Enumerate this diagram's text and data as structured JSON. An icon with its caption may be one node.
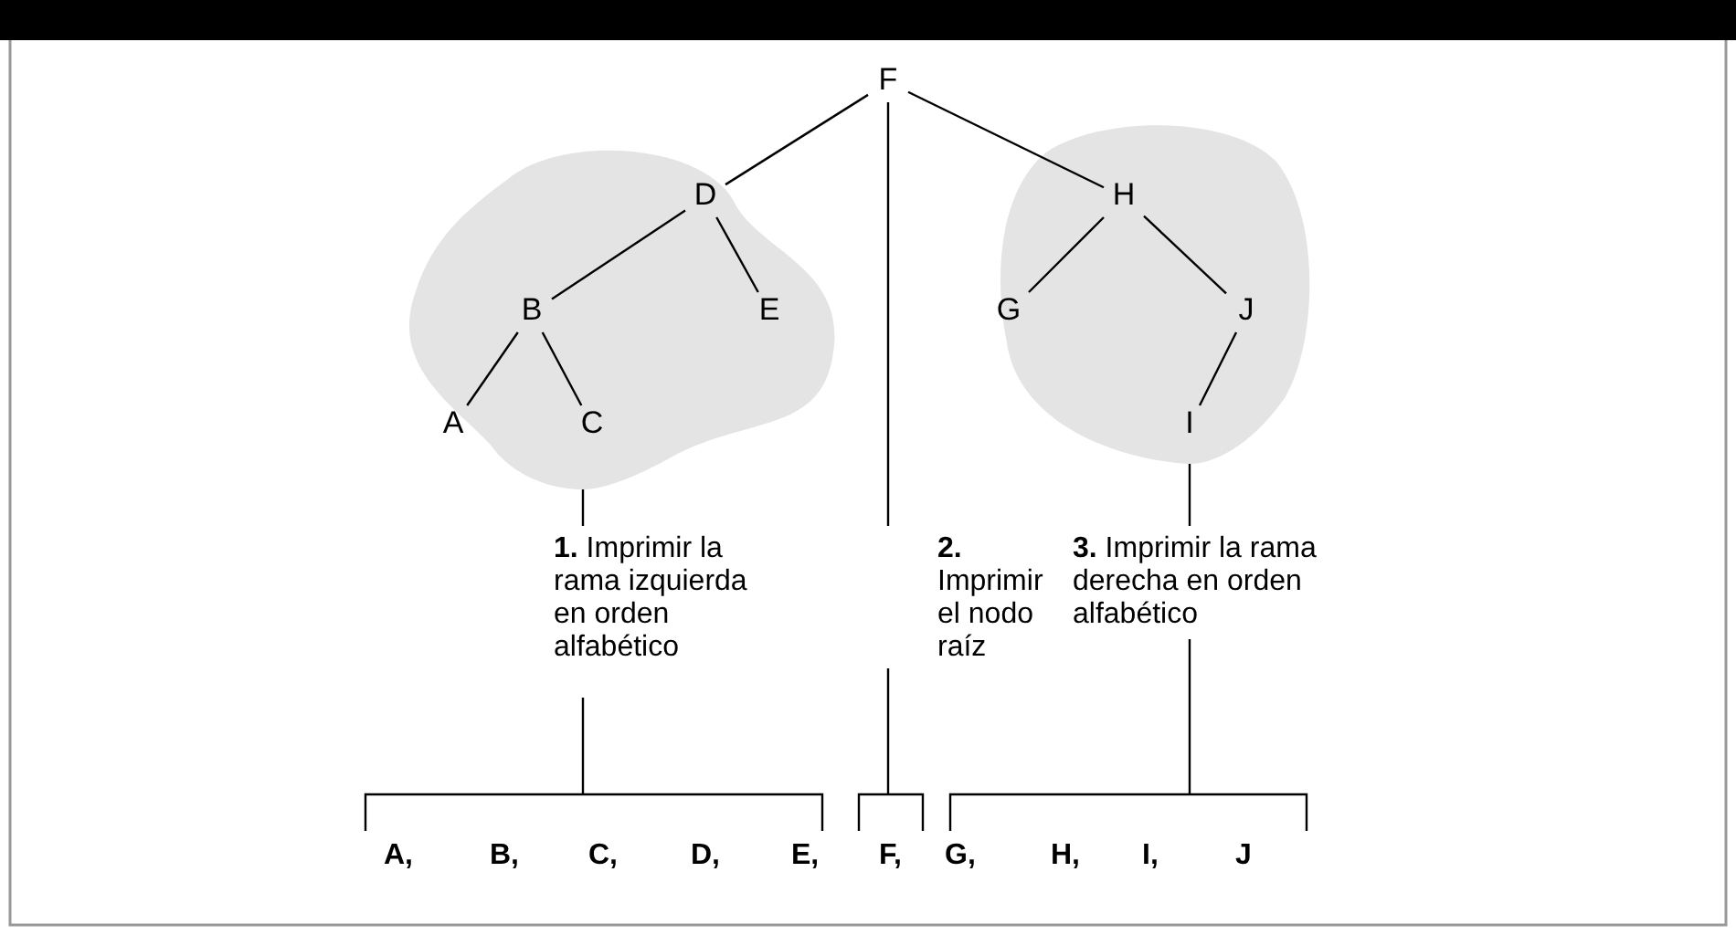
{
  "diagram": {
    "nodes": [
      {
        "text": [
          "F"
        ]
      },
      {
        "text": [],
        "shape": "cloud"
      },
      {
        "text": [
          "D"
        ],
        "in": 1
      },
      {
        "text": [
          "B"
        ],
        "in": 1
      },
      {
        "text": [
          "E"
        ],
        "in": 1
      },
      {
        "text": [
          "A"
        ],
        "in": 1
      },
      {
        "text": [
          "C"
        ],
        "in": 1
      },
      {
        "text": [],
        "shape": "cloud"
      },
      {
        "text": [
          "H"
        ],
        "in": 7
      },
      {
        "text": [
          "G"
        ],
        "in": 7
      },
      {
        "text": [
          "J"
        ],
        "in": 7
      },
      {
        "text": [
          "I"
        ],
        "in": 7
      },
      {
        "text": [
          "**1.** Imprimir la rama izquierda en orden alfabético"
        ]
      },
      {
        "text": [
          "**2.** Imprimir el nodo raíz"
        ]
      },
      {
        "text": [
          "**3.** Imprimir la rama derecha en orden alfabético"
        ]
      }
    ],
    "edges": [
      {
        "from": 0,
        "to": 2,
        "arrow": "none"
      },
      {
        "from": 0,
        "to": 8,
        "arrow": "none"
      },
      {
        "from": 2,
        "to": 3,
        "arrow": "none"
      },
      {
        "from": 2,
        "to": 4,
        "arrow": "none"
      },
      {
        "from": 3,
        "to": 5,
        "arrow": "none"
      },
      {
        "from": 3,
        "to": 6,
        "arrow": "none"
      },
      {
        "from": 8,
        "to": 9,
        "arrow": "none"
      },
      {
        "from": 8,
        "to": 10,
        "arrow": "none"
      },
      {
        "from": 10,
        "to": 11,
        "arrow": "none"
      },
      {
        "from": 1,
        "to": 12,
        "arrow": "none"
      },
      {
        "from": 0,
        "to": 13,
        "arrow": "none"
      },
      {
        "from": 7,
        "to": 14,
        "arrow": "none"
      }
    ],
    "labels": [
      "A,",
      "B,",
      "C,",
      "D,",
      "E,",
      "F,",
      "G,",
      "H,",
      "I,",
      "J"
    ]
  }
}
